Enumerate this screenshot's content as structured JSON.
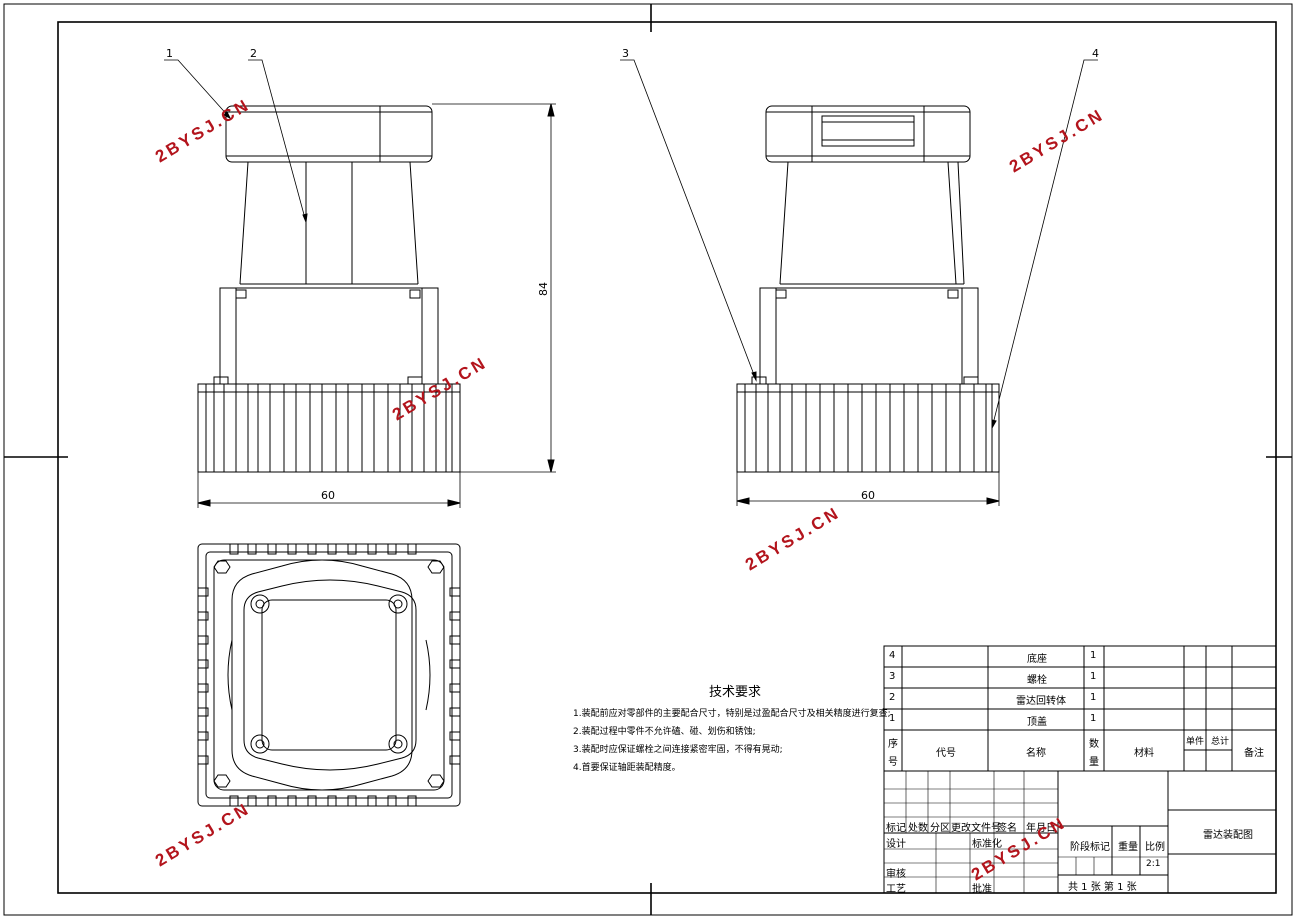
{
  "drawing": {
    "callouts": [
      "1",
      "2",
      "3",
      "4"
    ],
    "dim_height": "84",
    "dim_width_left": "60",
    "dim_width_right": "60"
  },
  "watermark": {
    "text": "2BYSJ.CN",
    "color": "#b3141c"
  },
  "notes": {
    "title": "技术要求",
    "lines": [
      "1.装配前应对零部件的主要配合尺寸，特别是过盈配合尺寸及相关精度进行复查;",
      "2.装配过程中零件不允许磕、碰、划伤和锈蚀;",
      "3.装配时应保证螺栓之间连接紧密牢固，不得有晃动;",
      "4.首要保证轴距装配精度。"
    ]
  },
  "bom": {
    "rows": [
      {
        "no": "4",
        "name": "底座",
        "qty": "1"
      },
      {
        "no": "3",
        "name": "螺栓",
        "qty": "1"
      },
      {
        "no": "2",
        "name": "雷达回转体",
        "qty": "1"
      },
      {
        "no": "1",
        "name": "顶盖",
        "qty": "1"
      }
    ],
    "header": {
      "no_1": "序",
      "no_2": "号",
      "code": "代号",
      "name": "名称",
      "qty_1": "数",
      "qty_2": "量",
      "material": "材料",
      "unit": "单件",
      "total": "总计",
      "note": "备注"
    }
  },
  "title_block": {
    "mark": "标记",
    "count": "处数",
    "zone": "分区",
    "change_doc": "更改文件号",
    "sign": "签名",
    "date": "年月日",
    "design": "设计",
    "standardize": "标准化",
    "review": "审核",
    "process": "工艺",
    "approve": "批准",
    "stage": "阶段标记",
    "weight": "重量",
    "scale": "比例",
    "scale_value": "2:1",
    "sheets": "共 1 张 第 1 张",
    "drawing_name": "雷达装配图"
  }
}
